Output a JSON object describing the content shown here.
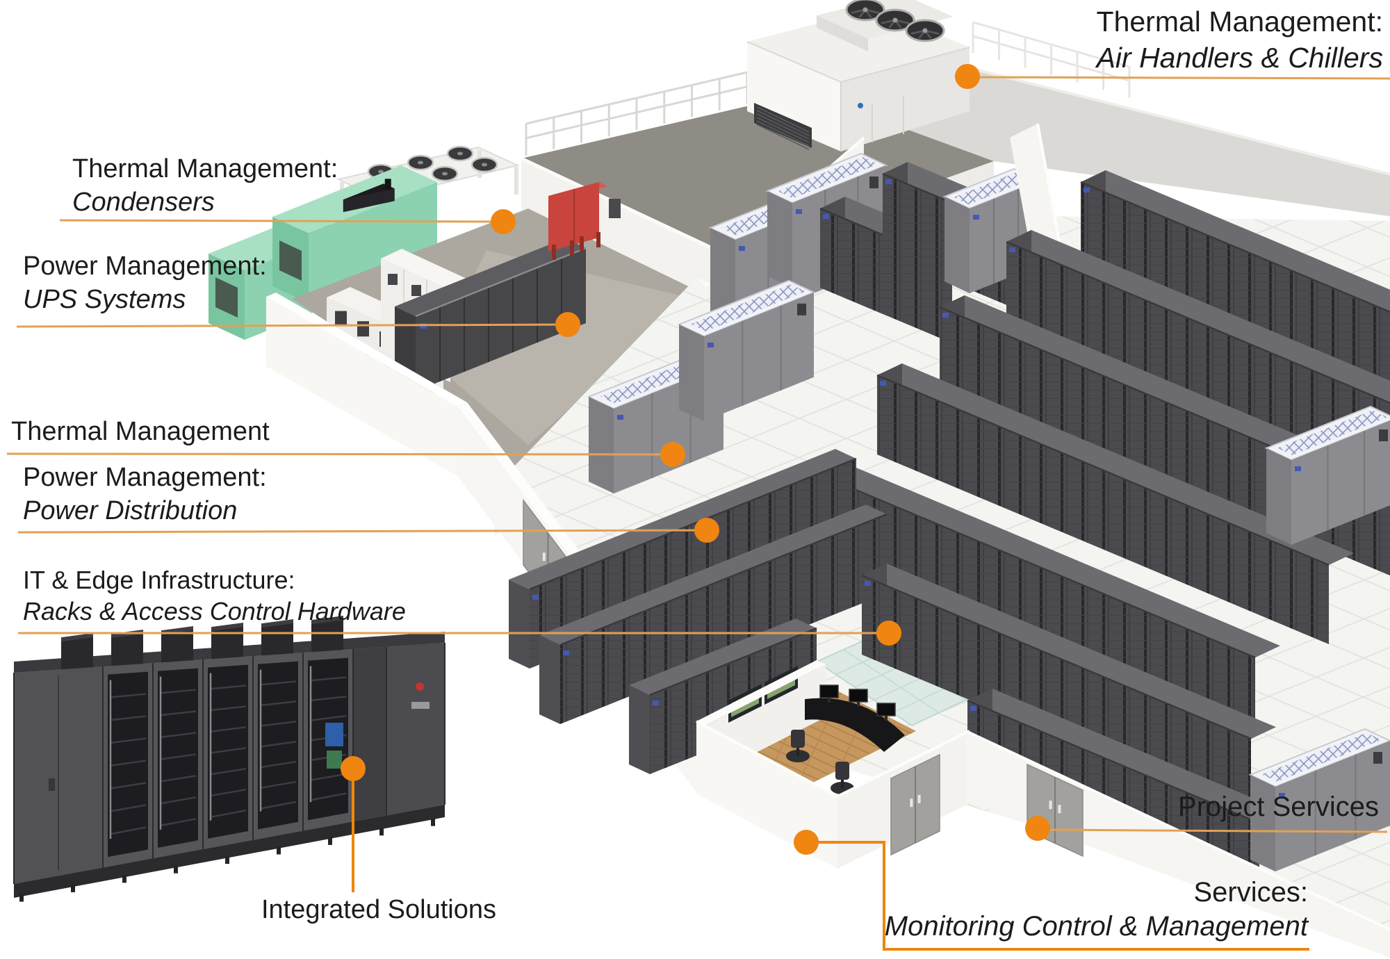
{
  "palette": {
    "dot": "#F08511",
    "underline": "#E2A155",
    "connector": "#EF860F",
    "text": "#1B1B1B",
    "crac_top_blue": "#8F98C4",
    "generator_green": "#8DD2B0",
    "fire_cabinet_red": "#C8443C",
    "rack_gray": "#4B4B4F"
  },
  "callouts": {
    "air_handlers": {
      "title": "Thermal Management:",
      "subtitle": "Air Handlers & Chillers"
    },
    "condensers": {
      "title": "Thermal Management:",
      "subtitle": "Condensers"
    },
    "ups": {
      "title": "Power Management:",
      "subtitle": "UPS Systems"
    },
    "thermal": {
      "title": "Thermal Management",
      "subtitle": ""
    },
    "power_distribution": {
      "title": "Power Management:",
      "subtitle": "Power Distribution"
    },
    "it_edge": {
      "title": "IT & Edge Infrastructure:",
      "subtitle": "Racks & Access Control Hardware"
    },
    "integrated": {
      "title": "Integrated Solutions"
    },
    "project_services": {
      "title": "Project Services"
    },
    "services": {
      "title": "Services:",
      "subtitle": "Monitoring Control & Management"
    }
  }
}
